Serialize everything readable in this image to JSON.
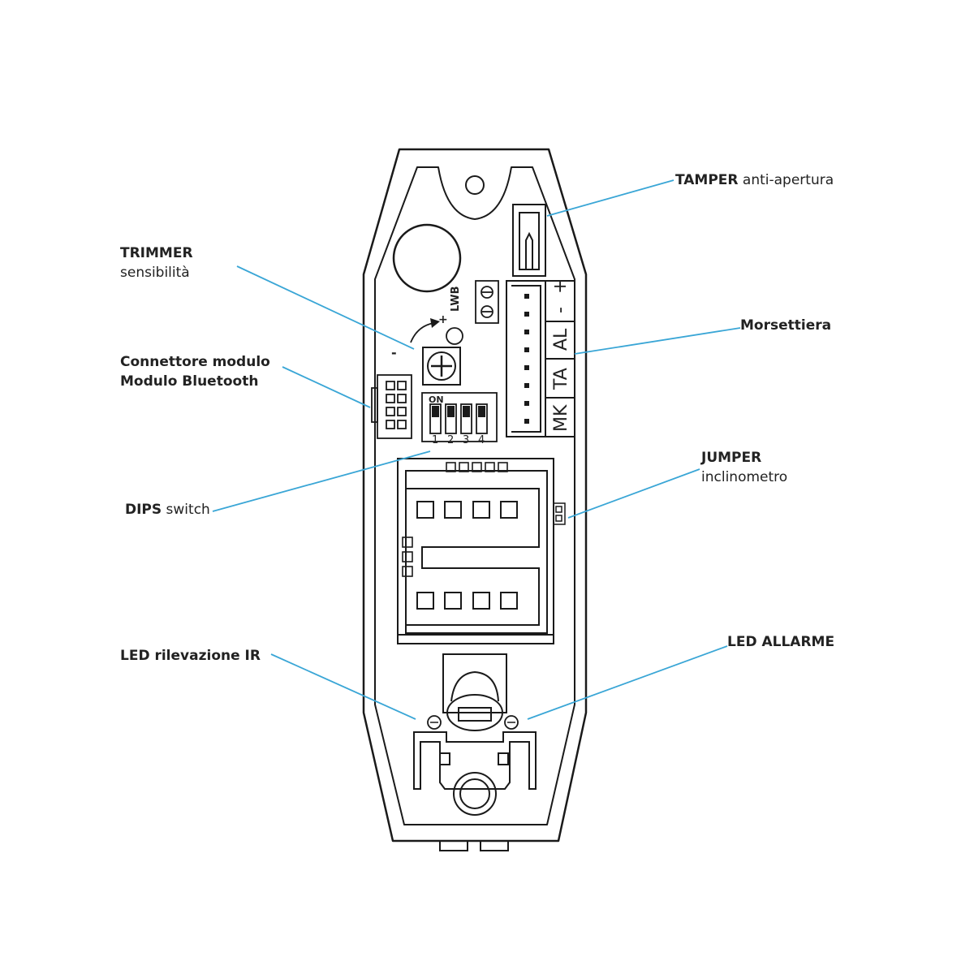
{
  "labels": {
    "tamper": {
      "bold": "TAMPER",
      "normal": " anti-apertura"
    },
    "trimmer": {
      "line1": "TRIMMER",
      "line2": "sensibilità"
    },
    "connettore": {
      "line1": "Connettore modulo",
      "line2": "Modulo Bluetooth"
    },
    "morsettiera": {
      "bold": "Morsettiera"
    },
    "jumper": {
      "line1": "JUMPER",
      "line2": "inclinometro"
    },
    "dips": {
      "bold": "DIPS",
      "normal": " switch"
    },
    "led_ir": {
      "bold": "LED rilevazione IR"
    },
    "led_allarme": {
      "bold": "LED ALLARME"
    }
  },
  "board": {
    "lwb": "LWB",
    "plus": "+",
    "minus": "-",
    "dip_on": "ON",
    "dip_numbers": [
      "1",
      "2",
      "3",
      "4"
    ],
    "terminals": [
      "+",
      "-",
      "AL",
      "TA",
      "MK"
    ]
  },
  "colors": {
    "leader_line": "#3aa6d6",
    "outline": "#1a1a1a"
  }
}
